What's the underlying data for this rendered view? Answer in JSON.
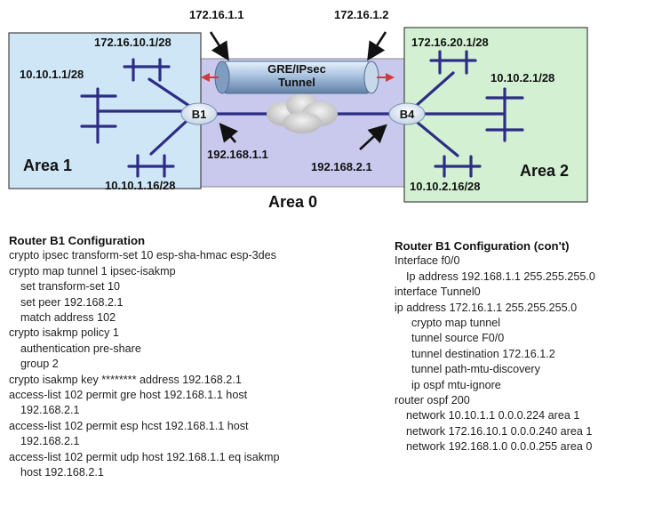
{
  "diagram": {
    "tunnel_ip_left": "172.16.1.1",
    "tunnel_ip_right": "172.16.1.2",
    "tunnel_label_1": "GRE/IPsec",
    "tunnel_label_2": "Tunnel",
    "router_left": "B1",
    "router_right": "B4",
    "area1_label": "Area 1",
    "area2_label": "Area 2",
    "area0_label": "Area 0",
    "lan_left_top": "172.16.10.1/28",
    "lan_left_mid": "10.10.1.1/28",
    "lan_left_bottom": "10.10.1.16/28",
    "lan_right_top": "172.16.20.1/28",
    "lan_right_mid": "10.10.2.1/28",
    "lan_right_bottom": "10.10.2.16/28",
    "wan_left": "192.168.1.1",
    "wan_right": "192.168.2.1",
    "colors": {
      "area1": "#cfe6f6",
      "area2": "#d3f1d2",
      "area0": "#c6c6ec",
      "tunnel": "#9bb8d6",
      "link": "#2d2d86",
      "arrow": "#d23a3a"
    }
  },
  "config_left": {
    "title": "Router B1 Configuration",
    "lines": [
      {
        "text": "crypto ipsec transform-set 10 esp-sha-hmac esp-3des",
        "indent": 0
      },
      {
        "text": "crypto map tunnel 1 ipsec-isakmp",
        "indent": 0
      },
      {
        "text": "set transform-set 10",
        "indent": 1
      },
      {
        "text": "set peer 192.168.2.1",
        "indent": 1
      },
      {
        "text": "match address 102",
        "indent": 1
      },
      {
        "text": "crypto isakmp policy 1",
        "indent": 0
      },
      {
        "text": "authentication pre-share",
        "indent": 1
      },
      {
        "text": "group 2",
        "indent": 1
      },
      {
        "text": "crypto isakmp key ******** address 192.168.2.1",
        "indent": 0
      },
      {
        "text": "access-list 102 permit gre host 192.168.1.1 host",
        "indent": 0
      },
      {
        "text": "192.168.2.1",
        "indent": 1
      },
      {
        "text": "access-list 102 permit esp hcst 192.168.1.1 host",
        "indent": 0
      },
      {
        "text": "192.168.2.1",
        "indent": 1
      },
      {
        "text": "access-list 102 permit udp host 192.168.1.1 eq isakmp",
        "indent": 0
      },
      {
        "text": "host  192.168.2.1",
        "indent": 1
      }
    ]
  },
  "config_right": {
    "title": "Router B1 Configuration (con't)",
    "lines": [
      {
        "text": "Interface f0/0",
        "indent": 0
      },
      {
        "text": "Ip address 192.168.1.1 255.255.255.0",
        "indent": 1
      },
      {
        "text": "interface Tunnel0",
        "indent": 0
      },
      {
        "text": "ip address 172.16.1.1 255.255.255.0",
        "indent": 0
      },
      {
        "text": "crypto map tunnel",
        "indent": 2
      },
      {
        "text": "tunnel source F0/0",
        "indent": 2
      },
      {
        "text": "tunnel destination 172.16.1.2",
        "indent": 2
      },
      {
        "text": "tunnel path-mtu-discovery",
        "indent": 2
      },
      {
        "text": "ip ospf mtu-ignore",
        "indent": 2
      },
      {
        "text": "router ospf 200",
        "indent": 0
      },
      {
        "text": "network 10.10.1.1 0.0.0.224 area 1",
        "indent": 1
      },
      {
        "text": "network 172.16.10.1 0.0.0.240 area 1",
        "indent": 1
      },
      {
        "text": "network 192.168.1.0 0.0.0.255 area 0",
        "indent": 1
      }
    ]
  }
}
